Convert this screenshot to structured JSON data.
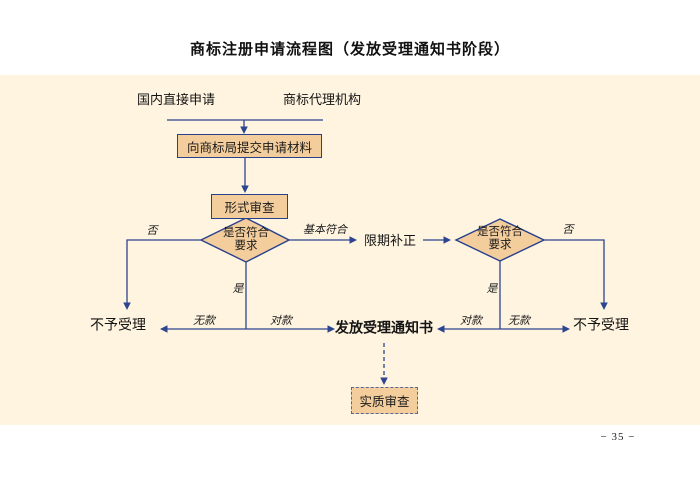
{
  "page": {
    "title": "商标注册申请流程图（发放受理通知书阶段）",
    "page_number": "− 35 −"
  },
  "colors": {
    "panel_background": "#fff4e0",
    "node_fill": "#f4cd9c",
    "line_navy": "#2b4590",
    "node_border": "#27418c",
    "text": "#1a1a1a"
  },
  "flowchart": {
    "sources": {
      "domestic": "国内直接申请",
      "agency": "商标代理机构"
    },
    "submit_box": "向商标局提交申请材料",
    "formal_exam_box": "形式审查",
    "decision_left": {
      "line1": "是否符合",
      "line2": "要求"
    },
    "decision_right": {
      "line1": "是否符合",
      "line2": "要求"
    },
    "labels": {
      "no_left": "否",
      "no_right": "否",
      "yes_left": "是",
      "yes_right": "是",
      "basic_conform": "基本符合",
      "correction": "限期补正",
      "no_payment_left": "无款",
      "payment_left": "对款",
      "payment_right": "对款",
      "no_payment_right": "无款"
    },
    "reject_left": "不予受理",
    "reject_right": "不予受理",
    "issue_notice": "发放受理通知书",
    "substantive_box": "实质审查"
  }
}
